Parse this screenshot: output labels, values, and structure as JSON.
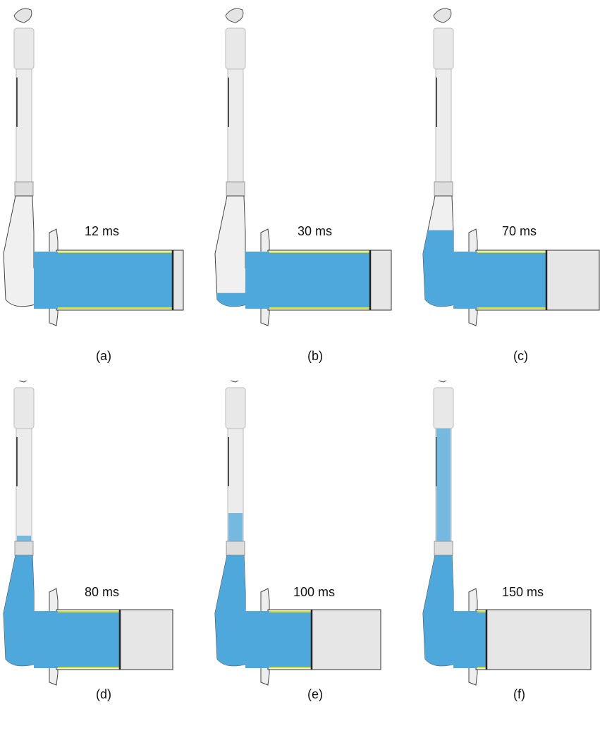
{
  "panels": [
    {
      "id": "a",
      "time": "12 ms",
      "caption": "(a)"
    },
    {
      "id": "b",
      "time": "30 ms",
      "caption": "(b)"
    },
    {
      "id": "c",
      "time": "70 ms",
      "caption": "(c)"
    },
    {
      "id": "d",
      "time": "80 ms",
      "caption": "(d)"
    },
    {
      "id": "e",
      "time": "100 ms",
      "caption": "(e)"
    },
    {
      "id": "f",
      "time": "150 ms",
      "caption": "(f)"
    }
  ],
  "colors": {
    "fluid": "#4fa8dc",
    "interface": "#d8e020",
    "solid": "#e4e4e4",
    "outline": "#333333"
  }
}
